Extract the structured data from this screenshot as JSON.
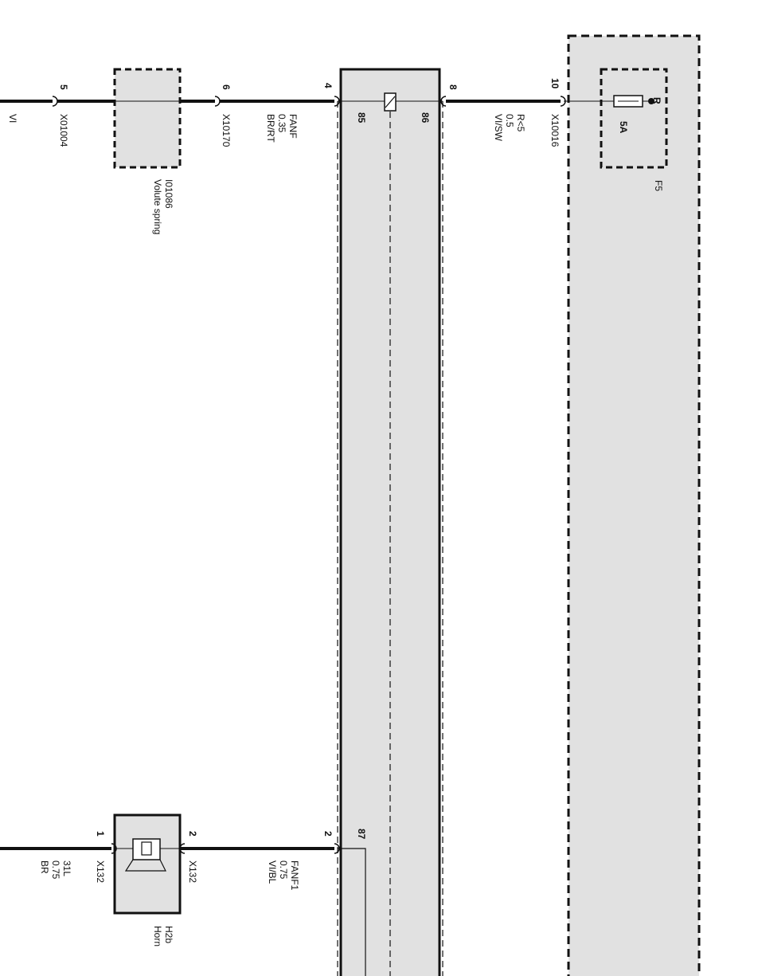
{
  "wires": {
    "top_left": {
      "color_code": "VI"
    },
    "top_mid": {
      "circuit": "FANF",
      "gauge": "0.35",
      "color_code": "BR/RT"
    },
    "top_right": {
      "circuit": "R<5",
      "gauge": "0.5",
      "color_code": "VI/SW"
    },
    "bottom_left": {
      "circuit": "31L",
      "gauge": "0.75",
      "color_code": "BR"
    },
    "bottom_mid": {
      "circuit": "FANF1",
      "gauge": "0.75",
      "color_code": "VI/BL"
    }
  },
  "connectors": {
    "x01004": {
      "id": "X01004",
      "pin": "5"
    },
    "x10170": {
      "id": "X10170",
      "pin": "6"
    },
    "relay_in": {
      "pin": "4"
    },
    "relay_out_top": {
      "pin": "8"
    },
    "x10016": {
      "id": "X10016",
      "pin": "10"
    },
    "x132_left": {
      "id": "X132",
      "pin": "1"
    },
    "x132_right": {
      "id": "X132",
      "pin": "2"
    },
    "relay_bottom": {
      "pin": "2"
    }
  },
  "components": {
    "volute_spring": {
      "id": "I01086",
      "name": "Volute spring"
    },
    "relay": {
      "terminal_85": "85",
      "terminal_86": "86",
      "terminal_87": "87"
    },
    "fuse": {
      "id": "F5",
      "rating": "5A",
      "terminal": "R"
    },
    "horn": {
      "id": "H2b",
      "name": "Horn"
    }
  }
}
